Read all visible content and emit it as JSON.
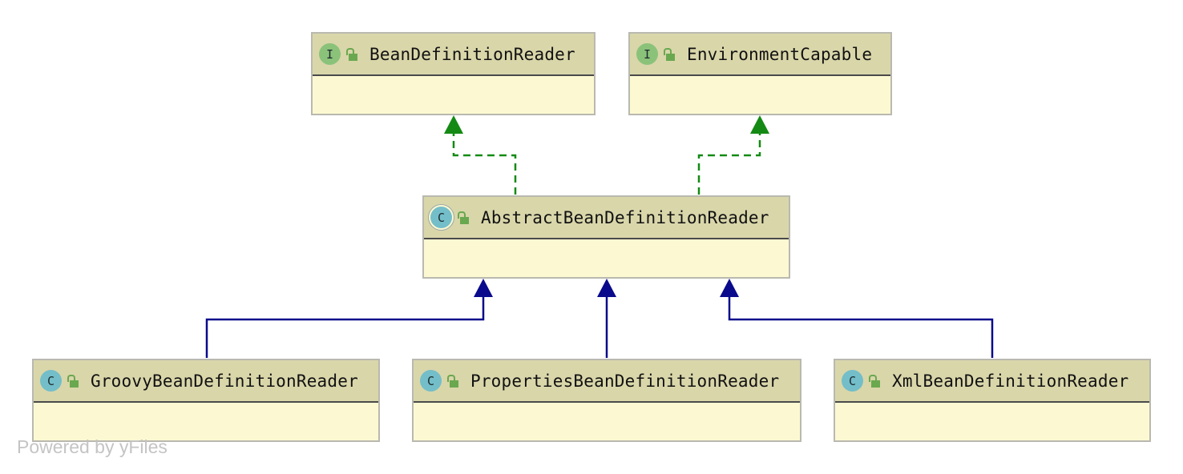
{
  "nodes": {
    "bean_definition_reader": {
      "name": "BeanDefinitionReader",
      "kind": "interface",
      "kind_letter": "I"
    },
    "environment_capable": {
      "name": "EnvironmentCapable",
      "kind": "interface",
      "kind_letter": "I"
    },
    "abstract_bean_definition_reader": {
      "name": "AbstractBeanDefinitionReader",
      "kind": "abstract class",
      "kind_letter": "C"
    },
    "groovy_bean_definition_reader": {
      "name": "GroovyBeanDefinitionReader",
      "kind": "class",
      "kind_letter": "C"
    },
    "properties_bean_definition_reader": {
      "name": "PropertiesBeanDefinitionReader",
      "kind": "class",
      "kind_letter": "C"
    },
    "xml_bean_definition_reader": {
      "name": "XmlBeanDefinitionReader",
      "kind": "class",
      "kind_letter": "C"
    }
  },
  "edges": [
    {
      "from": "AbstractBeanDefinitionReader",
      "to": "BeanDefinitionReader",
      "relation": "implements",
      "style": "dashed",
      "color": "#148a14"
    },
    {
      "from": "AbstractBeanDefinitionReader",
      "to": "EnvironmentCapable",
      "relation": "implements",
      "style": "dashed",
      "color": "#148a14"
    },
    {
      "from": "GroovyBeanDefinitionReader",
      "to": "AbstractBeanDefinitionReader",
      "relation": "extends",
      "style": "solid",
      "color": "#0a0a8c"
    },
    {
      "from": "PropertiesBeanDefinitionReader",
      "to": "AbstractBeanDefinitionReader",
      "relation": "extends",
      "style": "solid",
      "color": "#0a0a8c"
    },
    {
      "from": "XmlBeanDefinitionReader",
      "to": "AbstractBeanDefinitionReader",
      "relation": "extends",
      "style": "solid",
      "color": "#0a0a8c"
    }
  ],
  "icons": {
    "interface": "interface-icon",
    "class": "class-icon",
    "abstract_class": "abstract-class-icon",
    "visibility": "public-lock-icon"
  },
  "colors": {
    "header_bg": "#d9d6aa",
    "body_bg": "#fcf9d2",
    "interface_icon": "#8bc27a",
    "class_icon": "#73bec9",
    "implements_edge": "#148a14",
    "extends_edge": "#0a0a8c"
  },
  "watermark": "Powered by yFiles"
}
